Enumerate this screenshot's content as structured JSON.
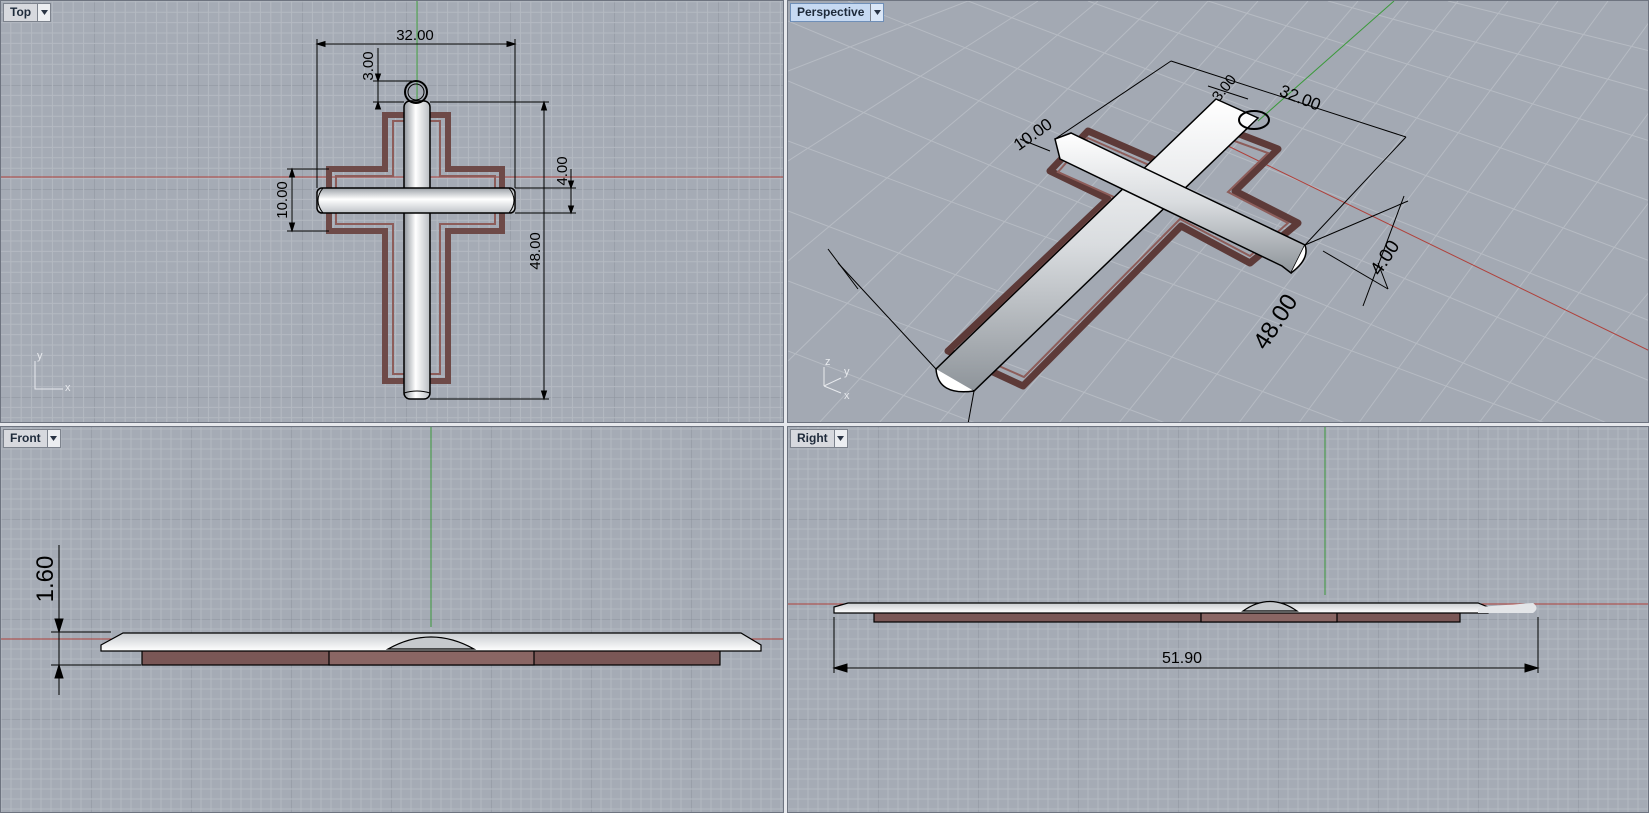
{
  "viewports": {
    "top": {
      "label": "Top",
      "active": false
    },
    "perspective": {
      "label": "Perspective",
      "active": true
    },
    "front": {
      "label": "Front",
      "active": false
    },
    "right": {
      "label": "Right",
      "active": false
    }
  },
  "dimensions": {
    "top": {
      "width": "32.00",
      "loop_offset": "3.00",
      "arm_height": "10.00",
      "arm_thickness": "4.00",
      "length": "48.00"
    },
    "perspective": {
      "width": "32.00",
      "loop_offset": "3.00",
      "arm_height": "10.00",
      "arm_thickness": "4.00",
      "length": "48.00"
    },
    "front": {
      "thickness": "1.60"
    },
    "right": {
      "total_length": "51.90"
    }
  },
  "axis_labels": {
    "x": "x",
    "y": "y",
    "z": "z"
  },
  "colors": {
    "viewport_bg": "#a5abb5",
    "grid_minor": "#b5bac2",
    "grid_major": "#8d939d",
    "x_axis": "#b0413b",
    "y_axis": "#3b9a3b",
    "active_tab": "#c6d9f2",
    "frame": "#6e4a48"
  }
}
